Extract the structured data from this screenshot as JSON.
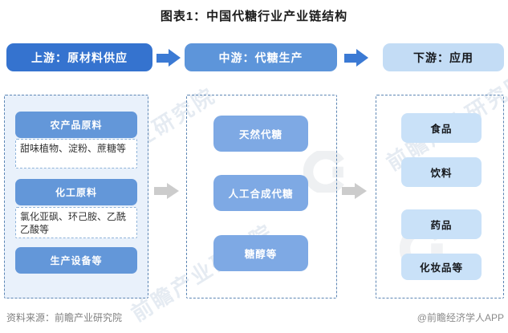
{
  "title": "图表1：中国代糖行业产业链结构",
  "flow": {
    "stages": [
      {
        "label": "上游：原材料供应"
      },
      {
        "label": "中游：代糖生产"
      },
      {
        "label": "下游：应用"
      }
    ]
  },
  "upstream": {
    "groups": [
      {
        "name": "农产品原料",
        "detail": "甜味植物、淀粉、蔗糖等"
      },
      {
        "name": "化工原料",
        "detail": "氯化亚砜、环己胺、乙酰乙酸等"
      },
      {
        "name": "生产设备等",
        "detail": ""
      }
    ]
  },
  "midstream": {
    "items": [
      {
        "name": "天然代糖"
      },
      {
        "name": "人工合成代糖"
      },
      {
        "name": "糖醇等"
      }
    ]
  },
  "downstream": {
    "items": [
      {
        "name": "食品"
      },
      {
        "name": "饮料"
      },
      {
        "name": "药品"
      },
      {
        "name": "化妆品等"
      }
    ]
  },
  "footer": {
    "source": "资料来源：前瞻产业研究院",
    "credit": "@前瞻经济学人APP"
  },
  "watermark": {
    "text": "前瞻产业研究院"
  },
  "colors": {
    "stage_upstream_bg": "#3573cf",
    "stage_midstream_bg": "#5d95da",
    "stage_downstream_bg": "#c3dcf5",
    "upstream_box_bg": "#6397d9",
    "midstream_box_bg": "#7ea9e4",
    "downstream_box_bg": "#c9e1f8",
    "upstream_panel_bg": "#e9f1fb",
    "dashed_border": "#5d86b4",
    "arrow_blue": "#3b7ad4",
    "arrow_gray": "#cccccc"
  }
}
